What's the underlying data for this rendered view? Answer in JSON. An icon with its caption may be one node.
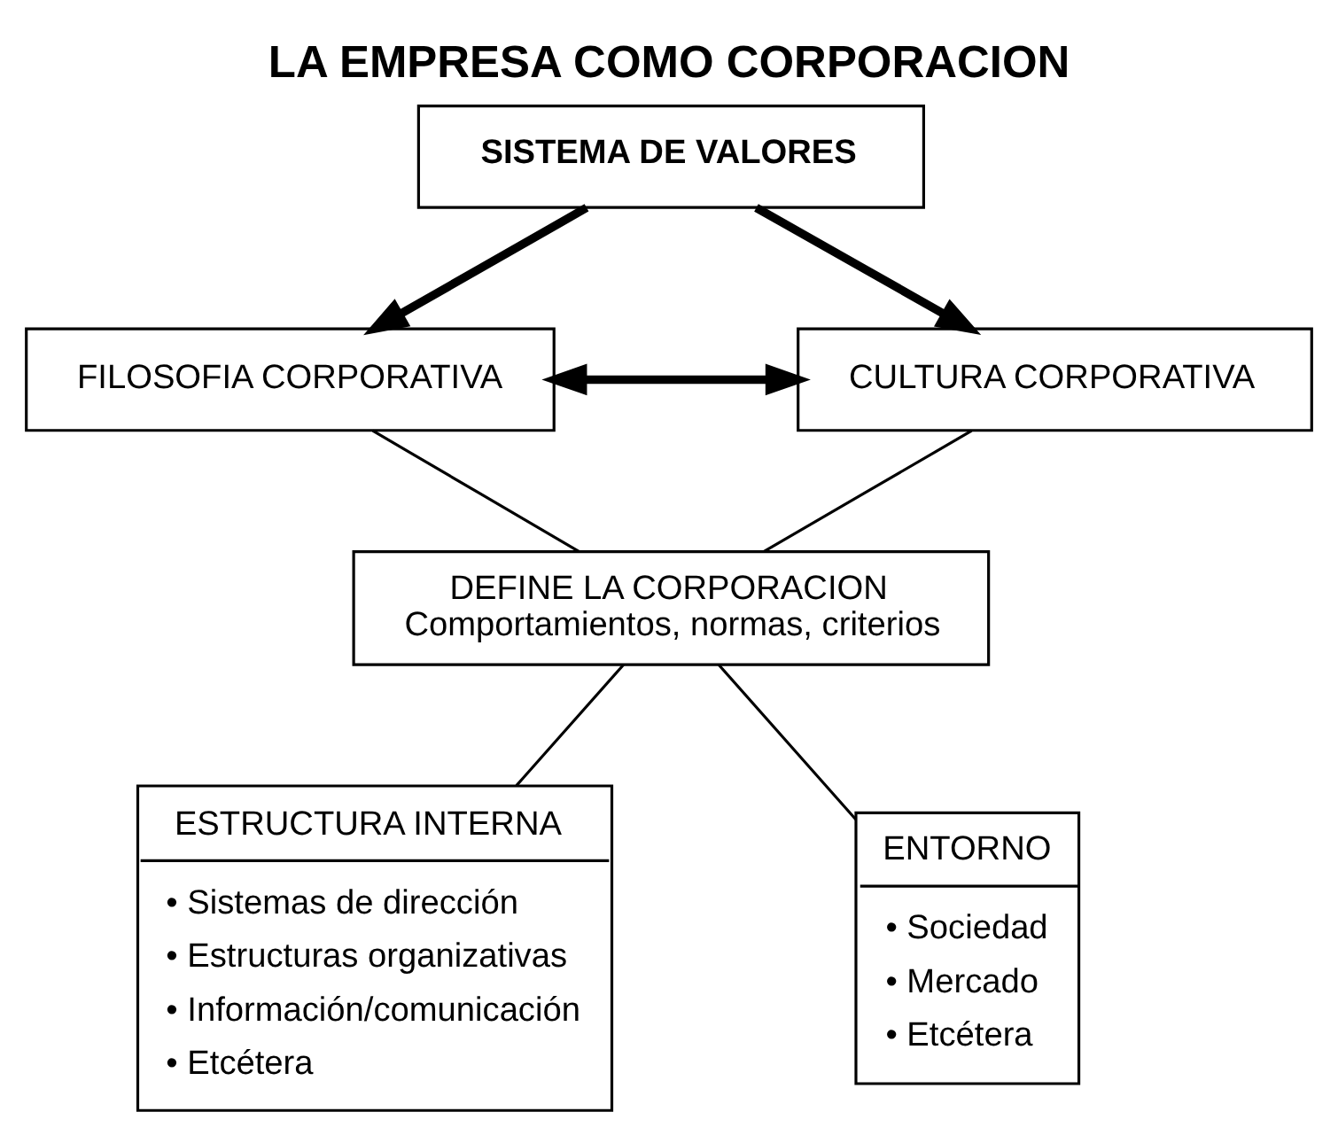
{
  "diagram": {
    "title": "LA EMPRESA COMO CORPORACION",
    "nodes": [
      {
        "text": [
          "SISTEMA DE VALORES"
        ]
      },
      {
        "text": [
          "FILOSOFIA CORPORATIVA"
        ]
      },
      {
        "text": [
          "CULTURA CORPORATIVA"
        ]
      },
      {
        "text": [
          "DEFINE LA CORPORACION",
          "Comportamientos, normas, criterios"
        ]
      },
      {
        "text": [
          "ESTRUCTURA INTERNA",
          "• Sistemas de dirección",
          "• Estructuras organizativas",
          "• Información/comunicación",
          "• Etcétera"
        ]
      },
      {
        "text": [
          "ENTORNO",
          "• Sociedad",
          "• Mercado",
          "• Etcétera"
        ]
      }
    ],
    "edges": [
      {
        "from": 0,
        "to": 1,
        "arrow": "to",
        "style": "thick"
      },
      {
        "from": 0,
        "to": 2,
        "arrow": "to",
        "style": "thick"
      },
      {
        "from": 1,
        "to": 2,
        "arrow": "both",
        "style": "thick"
      },
      {
        "from": 1,
        "to": 3,
        "arrow": "none"
      },
      {
        "from": 2,
        "to": 3,
        "arrow": "none"
      },
      {
        "from": 3,
        "to": 4,
        "arrow": "none"
      },
      {
        "from": 3,
        "to": 5,
        "arrow": "none"
      }
    ]
  }
}
